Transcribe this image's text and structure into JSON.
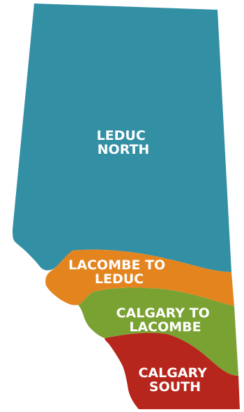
{
  "regions": [
    {
      "id": "leduc-north",
      "line1": "LEDUC",
      "line2": "NORTH",
      "color": "#338fa4"
    },
    {
      "id": "lacombe-to-leduc",
      "line1": "LACOMBE TO",
      "line2": "LEDUC",
      "color": "#e4841f"
    },
    {
      "id": "calgary-to-lacombe",
      "line1": "CALGARY TO",
      "line2": "LACOMBE",
      "color": "#7aa233"
    },
    {
      "id": "calgary-south",
      "line1": "CALGARY",
      "line2": "SOUTH",
      "color": "#b7261c"
    }
  ]
}
